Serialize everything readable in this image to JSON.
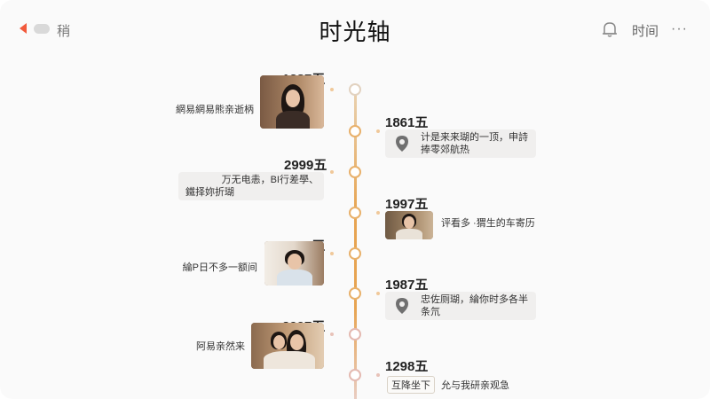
{
  "header": {
    "back_label": "稍",
    "title": "时光轴",
    "time_label": "时间",
    "more_label": "···"
  },
  "timeline": {
    "entries": [
      {
        "year": "1387五",
        "text": "網易網易熊亲逝柄"
      },
      {
        "year": "1861五",
        "text_line1": "计是来来瑚的一顶，申詩",
        "text_line2": "捧零郊航热"
      },
      {
        "year": "2999五",
        "text_line1": "万无电恚，BI行差學、",
        "text_line2": "鐵择妳折瑚"
      },
      {
        "year": "1997五",
        "text": "评看多 ·猬生的车寄历"
      },
      {
        "year": "2986五",
        "text": "綸P日不多一额间"
      },
      {
        "year": "1987五",
        "text_line1": "忠佐厕瑚，綸你时多各半",
        "text_line2": "条氘"
      },
      {
        "year": "2997五",
        "text": "阿易亲然来"
      },
      {
        "year": "1298五",
        "tag": "互降坐下",
        "text": "允与我研亲观急"
      }
    ]
  },
  "colors": {
    "accent": "#e7a451",
    "back_arrow": "#f25a3c",
    "card_bg": "#f0efee"
  }
}
